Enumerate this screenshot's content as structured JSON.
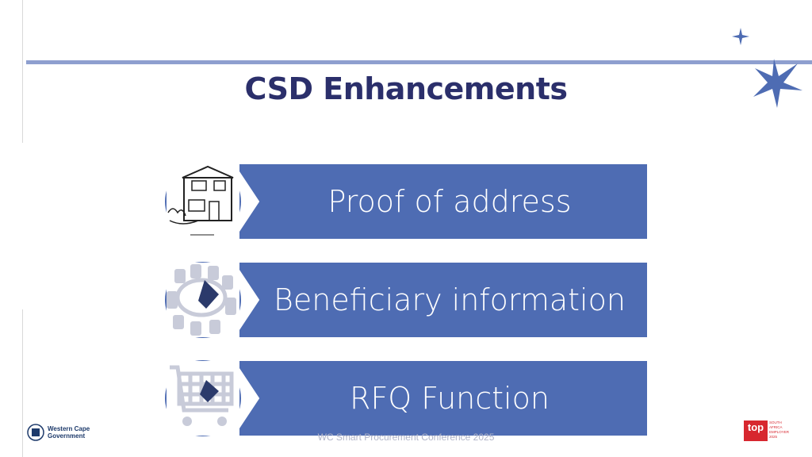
{
  "slide": {
    "title": "CSD Enhancements",
    "footer": "WC Smart Procurement Conference 2025"
  },
  "items": [
    {
      "label": "Proof of address",
      "icon": "house-icon"
    },
    {
      "label": "Beneficiary information",
      "icon": "meeting-table-icon"
    },
    {
      "label": "RFQ Function",
      "icon": "shopping-cart-icon"
    }
  ],
  "logos": {
    "left": {
      "text_line1": "Western Cape",
      "text_line2": "Government",
      "icon": "coat-of-arms-icon"
    },
    "right": {
      "mark": "top",
      "sub_line1": "SOUTH",
      "sub_line2": "AFRICA",
      "sub_line3": "EMPLOYER",
      "sub_line4": "2025"
    }
  },
  "colors": {
    "accent": "#4e6cb3",
    "title": "#2b2f6b",
    "bar": "#8e9fcf",
    "brand_red": "#d7272f"
  }
}
